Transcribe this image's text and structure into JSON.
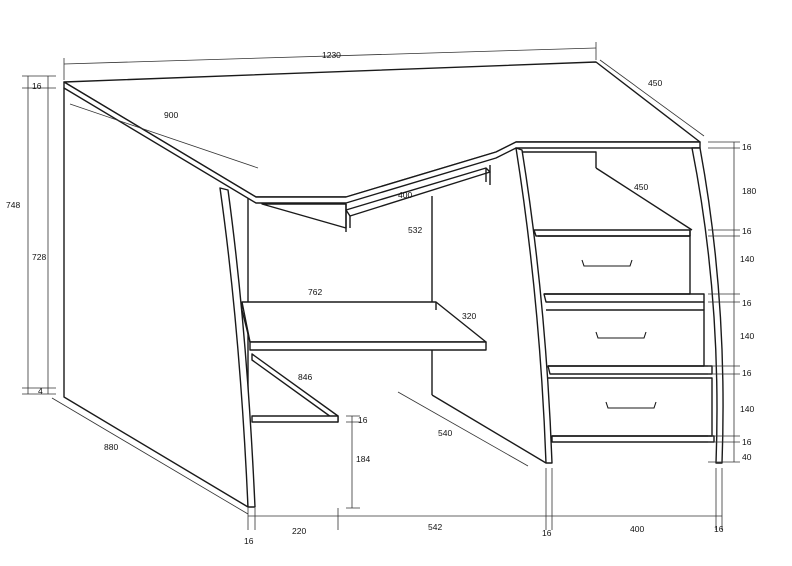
{
  "dimensions": {
    "top_length": "1230",
    "top_depth_right": "450",
    "top_thickness_left": "16",
    "total_height": "748",
    "side_height": "728",
    "plinth": "4",
    "return_length": "900",
    "keyboard_shelf_width": "400",
    "keyboard_shelf_depth": "532",
    "pedestal_top_depth": "450",
    "shelf_width": "762",
    "shelf_depth": "320",
    "diagonal_brace": "846",
    "base_depth": "880",
    "pedestal_depth": "540",
    "brace_thickness": "16",
    "brace_height": "184",
    "right_top_thickness": "16",
    "upper_open_height": "180",
    "shelf1_thickness": "16",
    "drawer1_height": "140",
    "shelf2_thickness": "16",
    "drawer2_height": "140",
    "shelf3_thickness": "16",
    "drawer3_height": "140",
    "bottom_shelf_thickness": "16",
    "base_clearance": "40",
    "left_panel_thickness": "16",
    "inner_offset": "220",
    "knee_space": "542",
    "pedestal_panel_thickness": "16",
    "pedestal_width": "400",
    "pedestal_right_thickness": "16"
  }
}
